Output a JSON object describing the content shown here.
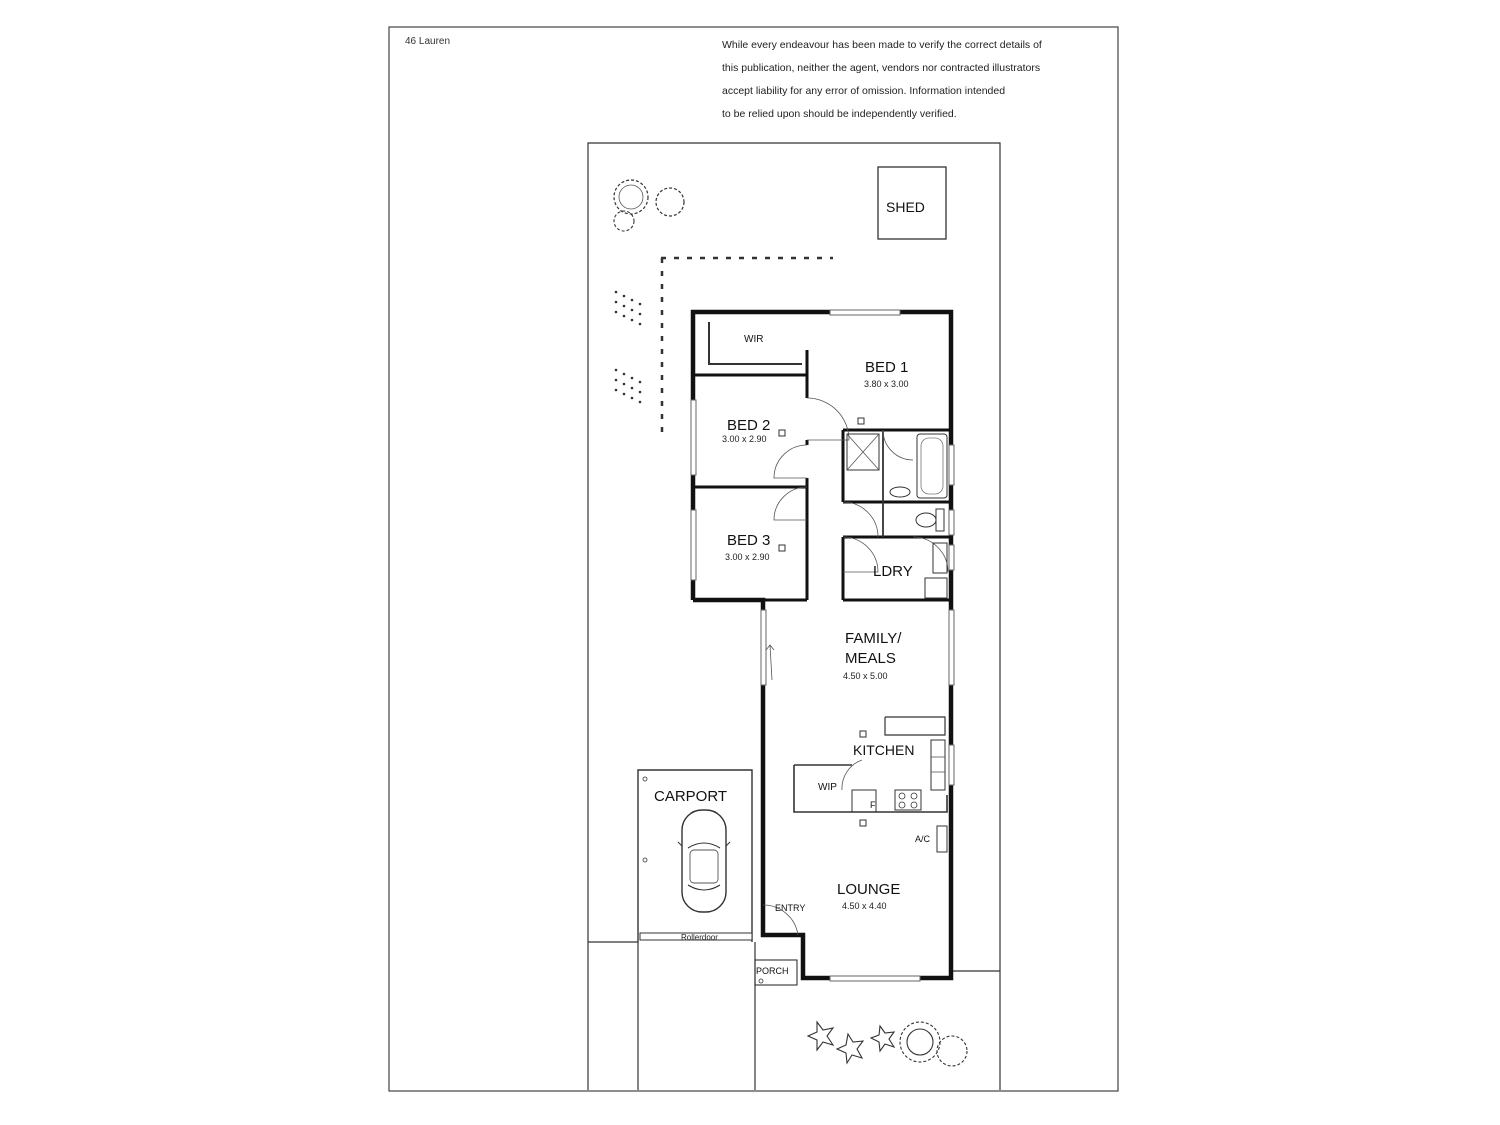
{
  "sheet": {
    "reference": "46 Lauren",
    "disclaimer_lines": [
      "While every endeavour has been made to verify the correct details of",
      "this publication, neither the agent, vendors nor contracted illustrators",
      "accept liability for any error of omission. Information intended",
      "to be relied upon should be independently verified."
    ]
  },
  "site": {
    "shed_label": "SHED",
    "carport_label": "CARPORT",
    "rollerdoor_label": "Rollerdoor",
    "porch_label": "PORCH",
    "entry_label": "ENTRY"
  },
  "rooms": {
    "wir": {
      "name": "WIR"
    },
    "bed1": {
      "name": "BED 1",
      "size": "3.80 x 3.00"
    },
    "bed2": {
      "name": "BED 2",
      "size": "3.00 x 2.90"
    },
    "bed3": {
      "name": "BED 3",
      "size": "3.00 x 2.90"
    },
    "ldry": {
      "name": "LDRY"
    },
    "family": {
      "name_line1": "FAMILY/",
      "name_line2": "MEALS",
      "size": "4.50 x 5.00"
    },
    "kitchen": {
      "name": "KITCHEN"
    },
    "wip": {
      "name": "WIP"
    },
    "fridge": {
      "name": "F"
    },
    "ac": {
      "name": "A/C"
    },
    "lounge": {
      "name": "LOUNGE",
      "size": "4.50 x 4.40"
    }
  }
}
